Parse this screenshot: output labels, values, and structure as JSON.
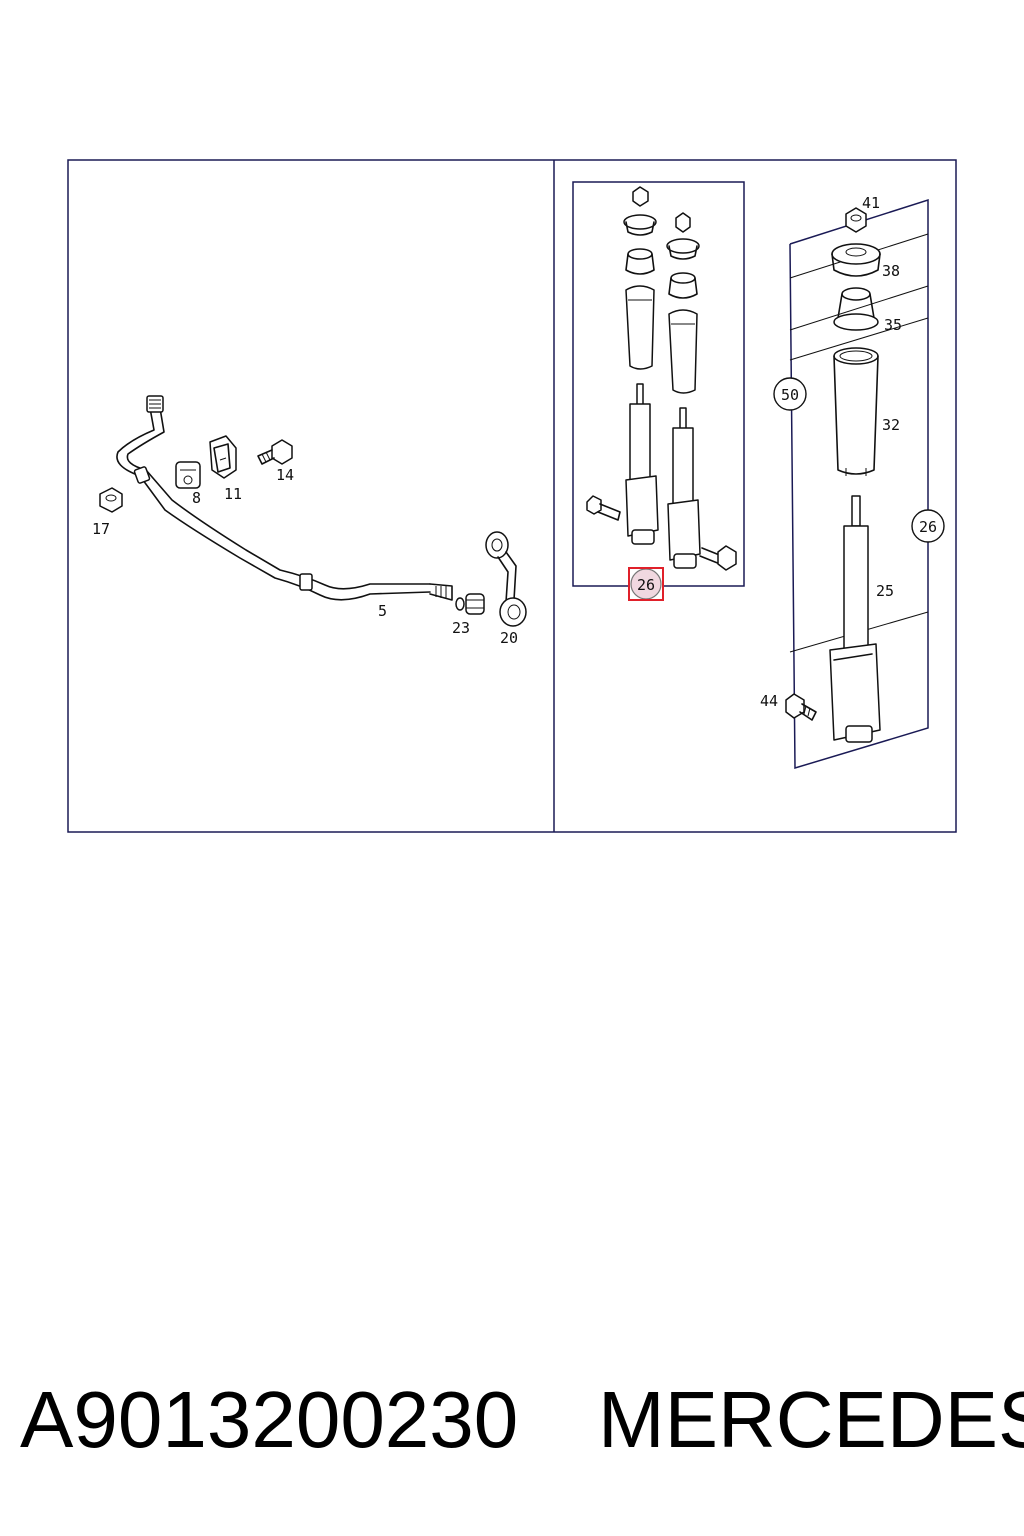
{
  "left_panel": {
    "labels": {
      "stabilizer_bar": "5",
      "bushing": "8",
      "clamp": "11",
      "bolt": "14",
      "nut": "17",
      "link": "20",
      "link_bushing": "23"
    }
  },
  "right_panel": {
    "inset": {
      "highlight_label": "26",
      "highlight_color": "#e0202a"
    },
    "assembly": {
      "labels": {
        "strut": "25",
        "assembly_ref": "26",
        "dust_boot": "32",
        "bump_stop": "35",
        "mount": "38",
        "nut": "41",
        "bolt": "44",
        "kit_ref": "50"
      }
    }
  },
  "footer": {
    "part_number": "A9013200230",
    "brand": "MERCEDES"
  }
}
